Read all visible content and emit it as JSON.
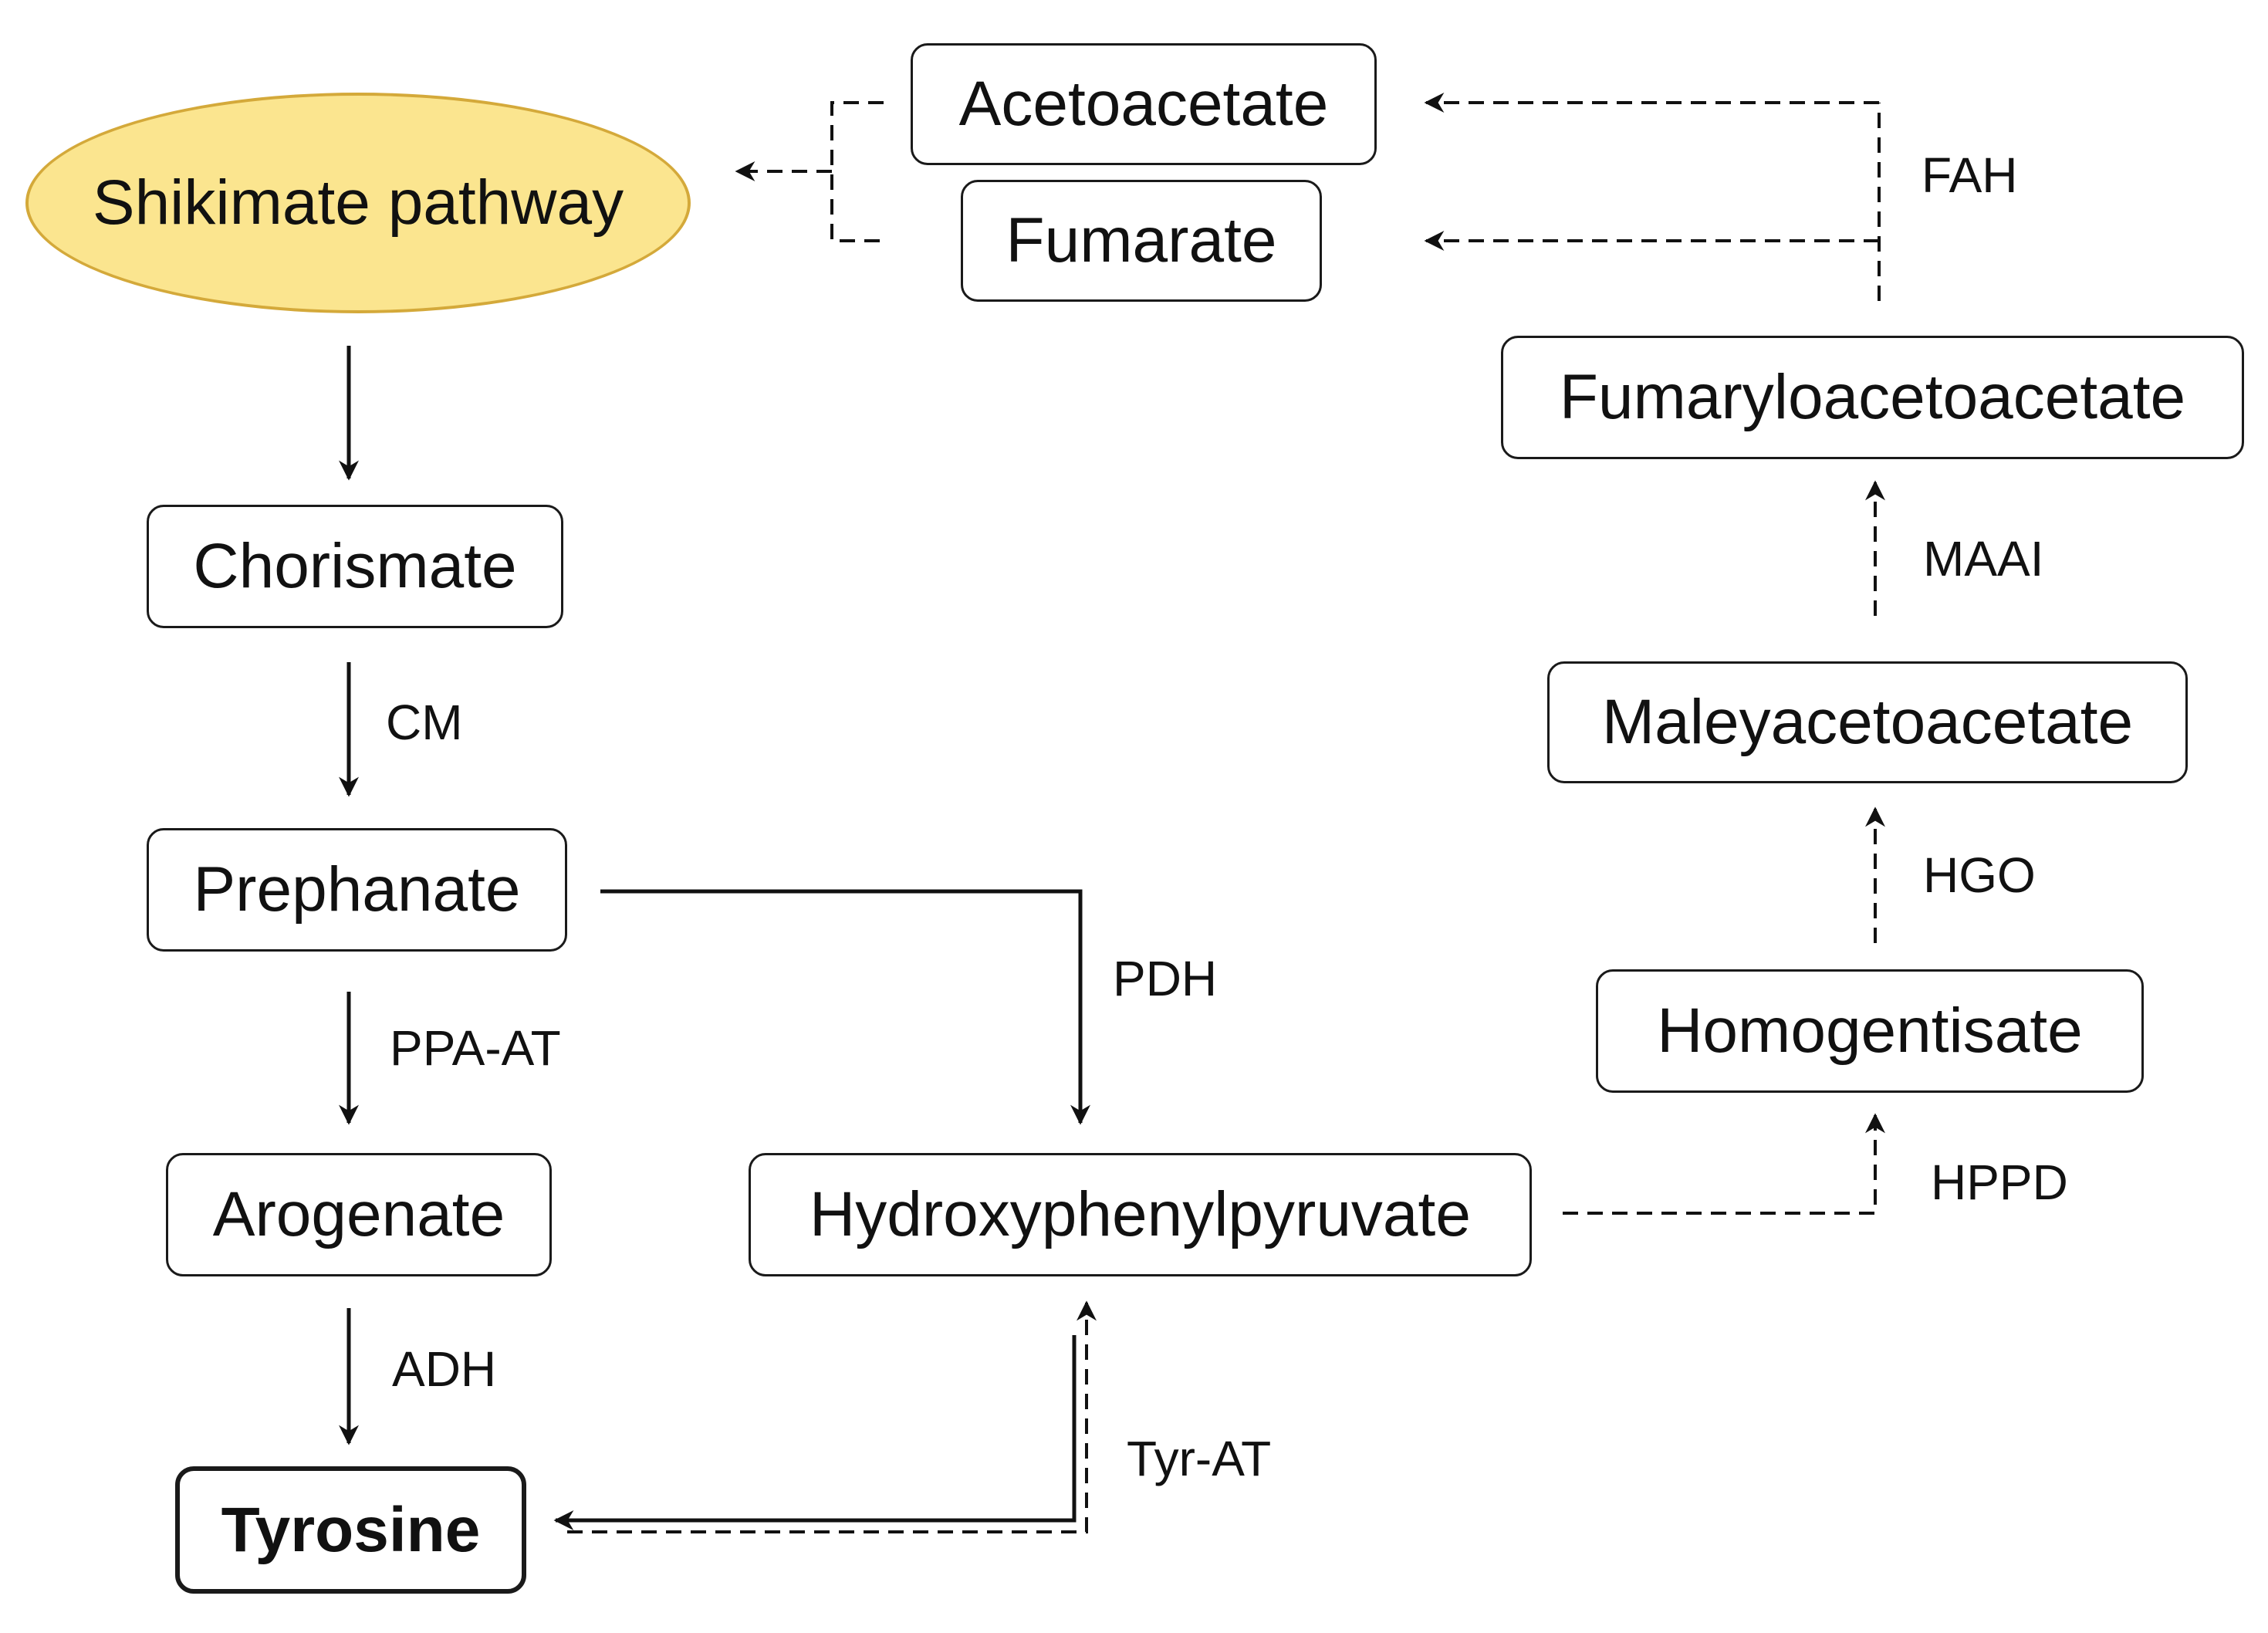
{
  "nodes": {
    "shikimate": "Shikimate pathway",
    "acetoacetate": "Acetoacetate",
    "fumarate": "Fumarate",
    "fumaryloacetoacetate": "Fumaryloacetoacetate",
    "chorismate": "Chorismate",
    "prephanate": "Prephanate",
    "arogenate": "Arogenate",
    "tyrosine": "Tyrosine",
    "hydroxyphenylpyruvate": "Hydroxyphenylpyruvate",
    "homogentisate": "Homogentisate",
    "maleyacetoacetate": "Maleyacetoacetate"
  },
  "enzymes": {
    "cm": "CM",
    "ppa_at": "PPA-AT",
    "adh": "ADH",
    "pdh": "PDH",
    "tyr_at": "Tyr-AT",
    "hppd": "HPPD",
    "hgo": "HGO",
    "maai": "MAAI",
    "fah": "FAH"
  },
  "colors": {
    "ellipse_fill": "#fbe58f",
    "ellipse_border": "#d4a93a",
    "stroke": "#111111"
  }
}
